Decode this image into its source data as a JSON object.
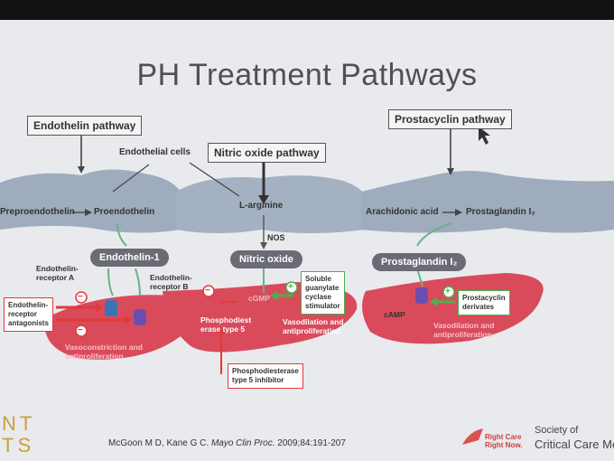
{
  "slide": {
    "title": "PH Treatment Pathways",
    "pathways": {
      "endothelin": "Endothelin pathway",
      "nitric_oxide": "Nitric oxide pathway",
      "prostacyclin": "Prostacyclin pathway"
    },
    "endothelial_cells": "Endothelial cells",
    "molecules": {
      "preproendothelin": "Preproendothelin",
      "proendothelin": "Proendothelin",
      "l_arginine": "L-arginine",
      "arachidonic_acid": "Arachidonic acid",
      "prostaglandin": "Prostaglandin I₂",
      "nos": "NOS",
      "camp": "cAMP",
      "cgmp": "cGMP"
    },
    "pills": {
      "endothelin1": "Endothelin-1",
      "nitric_oxide": "Nitric oxide",
      "prostaglandin": "Prostaglandin I₂"
    },
    "receptors": {
      "a": "Endothelin-\nreceptor A",
      "b": "Endothelin-\nreceptor B"
    },
    "drug_boxes": {
      "era": "Endothelin-\nreceptor\nantagonists",
      "sgc": "Soluble\nguanylate\ncyclase\nstimulator",
      "pde5": "Phosphodiesterase\ntype 5 inhibitor",
      "prostacyclin": "Prostacyclin\nderivates"
    },
    "effects": {
      "vasoconstriction": "Vasoconstriction and\nantiproliferation",
      "pde5_enzyme": "Phosphodiest\nerase type 5",
      "vasodilation1": "Vasodilation and\nantiproliferation",
      "vasodilation2": "Vasodilation and\nantiproliferation"
    },
    "signs": {
      "minus": "−",
      "plus": "+"
    }
  },
  "footer": {
    "citation": "McGoon M D, Kane G C. ",
    "journal": "Mayo Clin Proc.",
    "citation_end": " 2009;84:191-207",
    "left_logo": "NT\nTS",
    "rc_logo": "Right Care\nRight Now.",
    "sccm_line1": "Society of",
    "sccm_line2": "Critical Care Me"
  },
  "colors": {
    "background": "#e9eaee",
    "endothelium": "#9aa8b8",
    "smooth_muscle": "#d84a5a",
    "red_box_border": "#e03a3a",
    "green_box_border": "#4caf50"
  }
}
